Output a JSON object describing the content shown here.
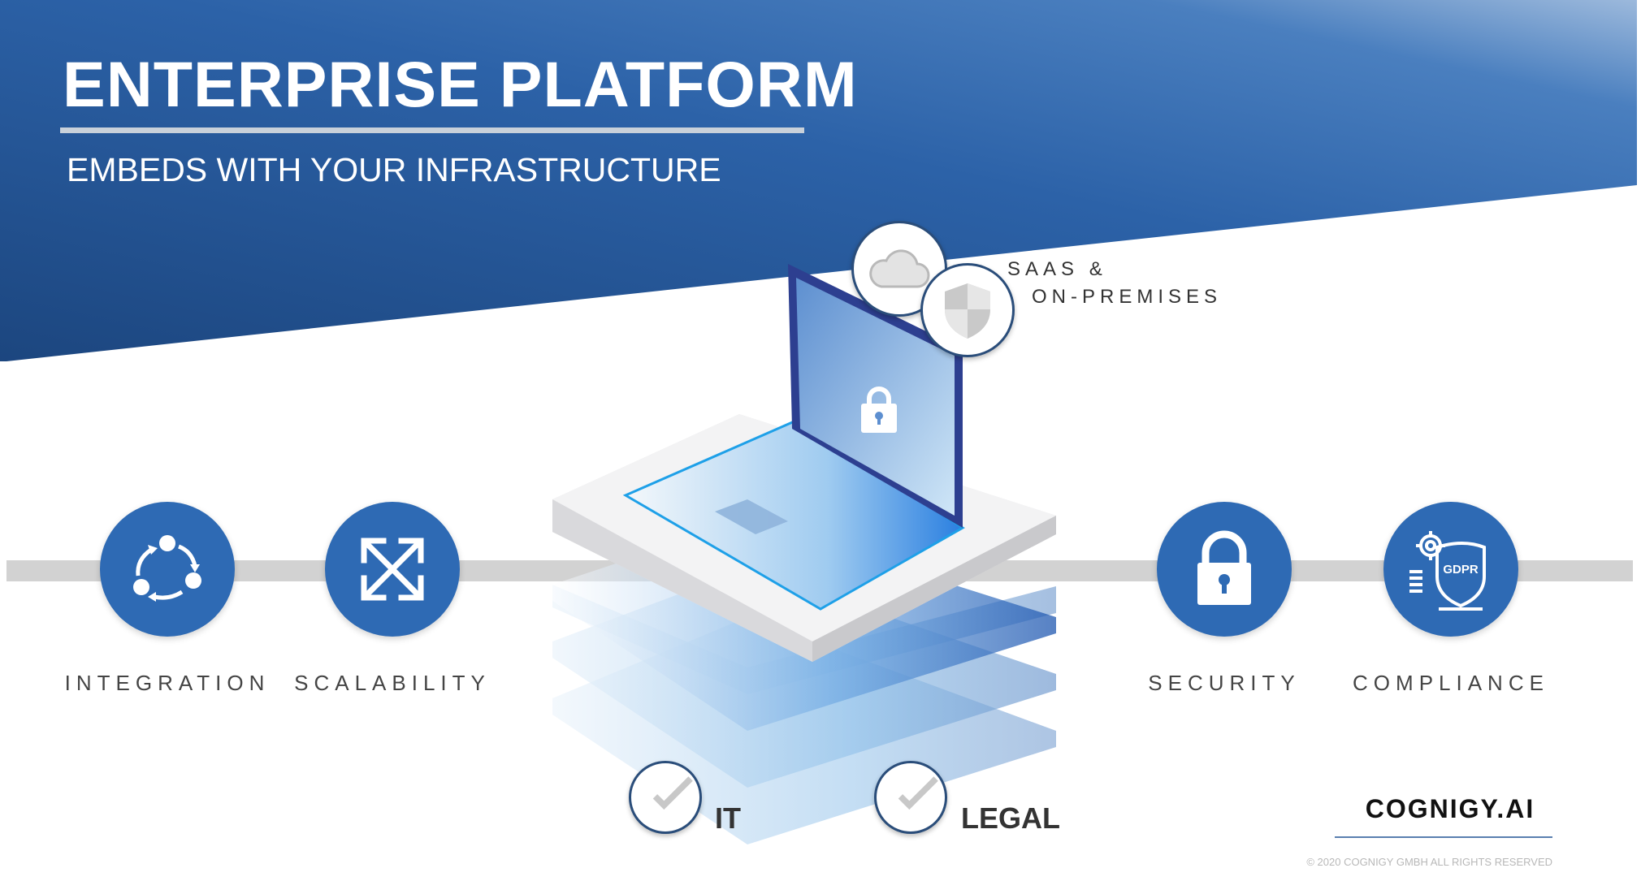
{
  "header": {
    "title": "ENTERPRISE PLATFORM",
    "subtitle": "EMBEDS WITH YOUR INFRASTRUCTURE"
  },
  "deployment": {
    "line1": "SAAS &",
    "line2": "ON-PREMISES",
    "icons": [
      "cloud-icon",
      "shield-icon"
    ]
  },
  "features": [
    {
      "label": "INTEGRATION",
      "icon": "cycle-arrows-icon"
    },
    {
      "label": "SCALABILITY",
      "icon": "expand-arrows-icon"
    },
    {
      "label": "SECURITY",
      "icon": "padlock-icon"
    },
    {
      "label": "COMPLIANCE",
      "icon": "gdpr-shield-icon"
    }
  ],
  "checks": [
    {
      "label": "IT",
      "icon": "checkmark-icon"
    },
    {
      "label": "LEGAL",
      "icon": "checkmark-icon"
    }
  ],
  "brand": {
    "logo": "COGNIGY.AI",
    "copyright": "© 2020 COGNIGY GMBH ALL RIGHTS RESERVED"
  },
  "colors": {
    "banner_dark": "#1e4f8f",
    "banner_light": "#8fb0d8",
    "feature_blue": "#2e6ab4",
    "track_gray": "#d2d2d2"
  }
}
